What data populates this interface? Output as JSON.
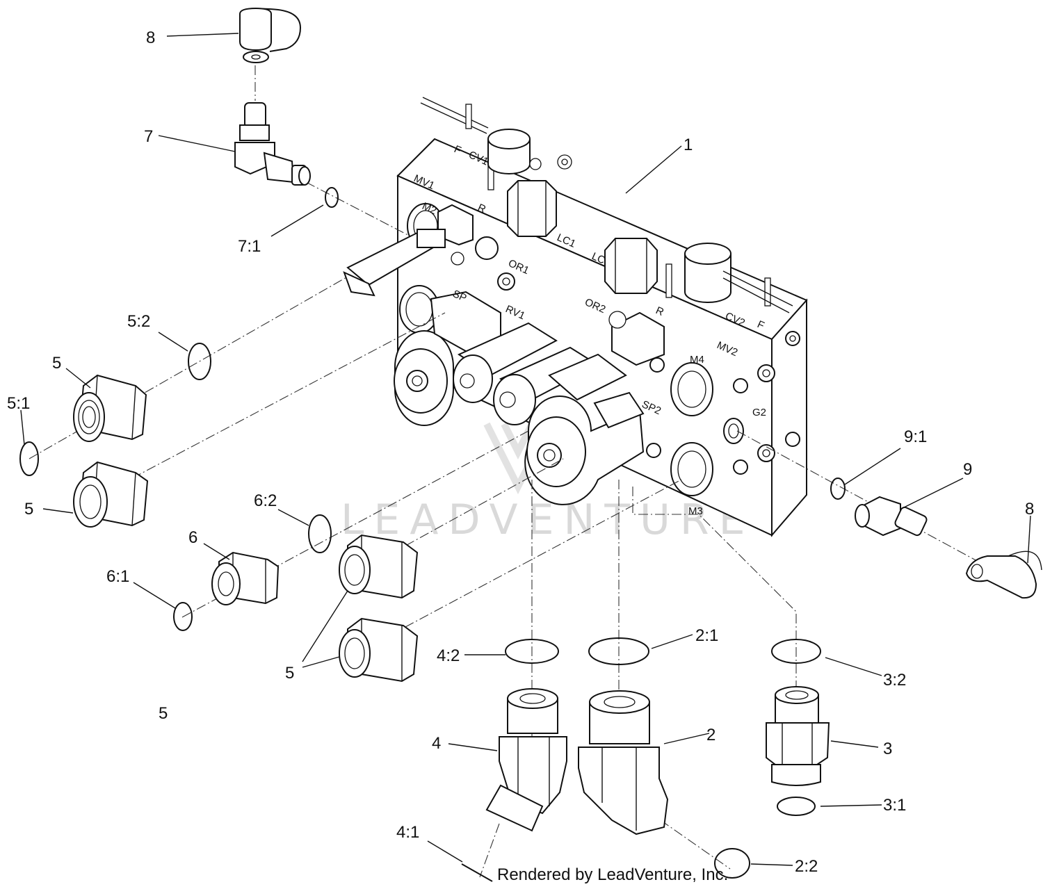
{
  "diagram": {
    "callouts": {
      "c1": "1",
      "c2": "2",
      "c2_1": "2:1",
      "c2_2": "2:2",
      "c3": "3",
      "c3_1": "3:1",
      "c3_2": "3:2",
      "c4": "4",
      "c4_1": "4:1",
      "c4_2": "4:2",
      "c5a": "5",
      "c5b": "5",
      "c5c": "5",
      "c5d": "5",
      "c5_1": "5:1",
      "c5_2": "5:2",
      "c6": "6",
      "c6_1": "6:1",
      "c6_2": "6:2",
      "c7": "7",
      "c7_1": "7:1",
      "c8a": "8",
      "c8b": "8",
      "c9": "9",
      "c9_1": "9:1"
    },
    "port_labels": {
      "mv1": "MV1",
      "m2": "M2",
      "f1": "F",
      "cv1": "CV1",
      "r1": "R",
      "lc1": "LC1",
      "lc2": "LC",
      "or1": "OR1",
      "rv1": "RV1",
      "sp1": "SP",
      "or2": "OR2",
      "r2": "R",
      "cv2": "CV2",
      "f2": "F",
      "mv2": "MV2",
      "m4": "M4",
      "g2": "G2",
      "sp2": "SP2",
      "m3": "M3"
    },
    "watermark": "LEADVENTURE",
    "credit": "Rendered by LeadVenture, Inc."
  }
}
